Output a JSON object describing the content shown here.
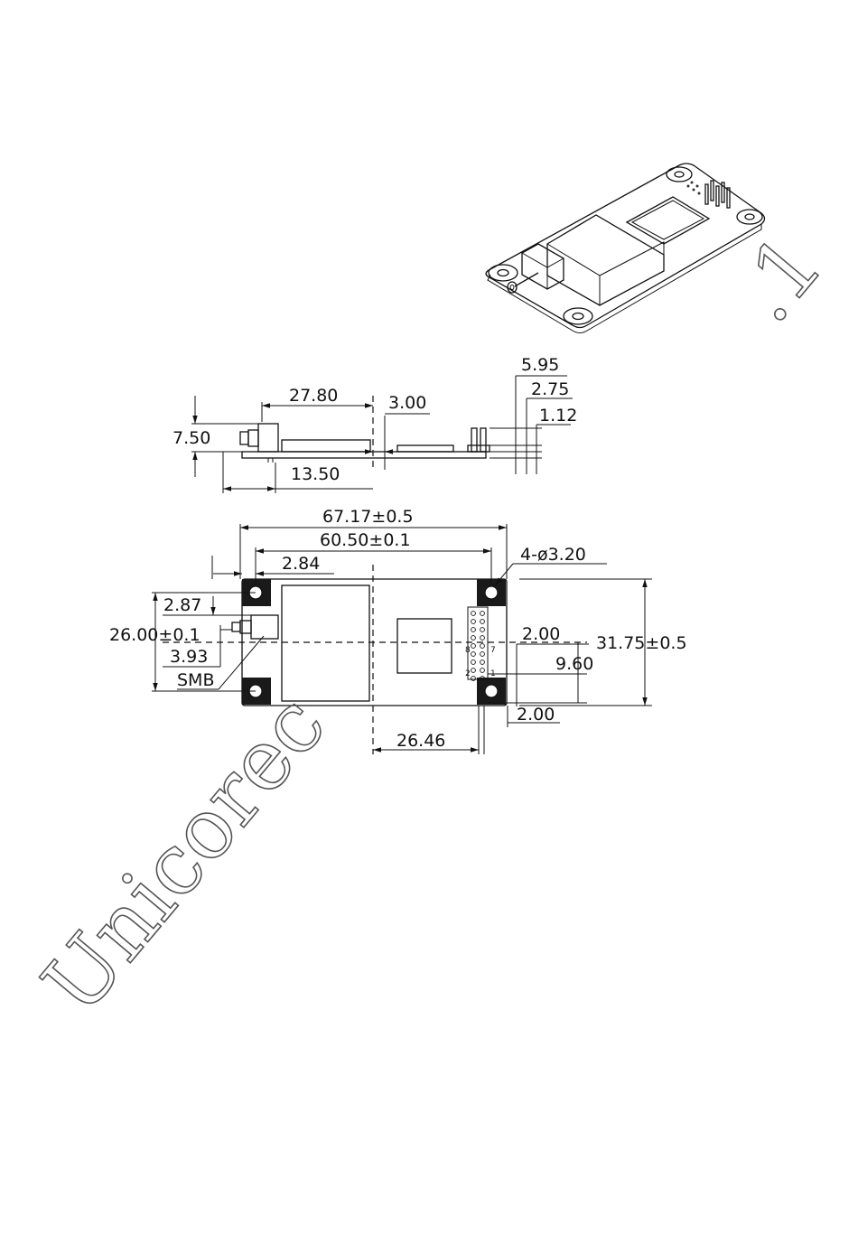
{
  "side_view": {
    "height": "7.50",
    "ic_length": "27.80",
    "offset": "3.00",
    "connector_offset": "13.50",
    "pin_top": "5.95",
    "pin_mid": "2.75",
    "pin_pitch": "1.12"
  },
  "top_view": {
    "total_length": "67.17±0.5",
    "hole_span": "60.50±0.1",
    "hole_edge": "2.84",
    "smb_offset_top": "2.87",
    "hole_pitch_vertical": "26.00±0.1",
    "smb_offset_bottom": "3.93",
    "connector_label": "SMB",
    "holes": "4-ø3.20",
    "pin_spacing_1": "2.00",
    "pin_field": "9.60",
    "pin_spacing_2": "2.00",
    "board_width": "31.75±0.5",
    "ic_offset": "26.46",
    "pin_label_a": "1",
    "pin_label_b": "2",
    "pin_label_c": "7",
    "pin_label_d": "8"
  },
  "watermark": {
    "left": "Unicorec",
    "right": ".1"
  }
}
